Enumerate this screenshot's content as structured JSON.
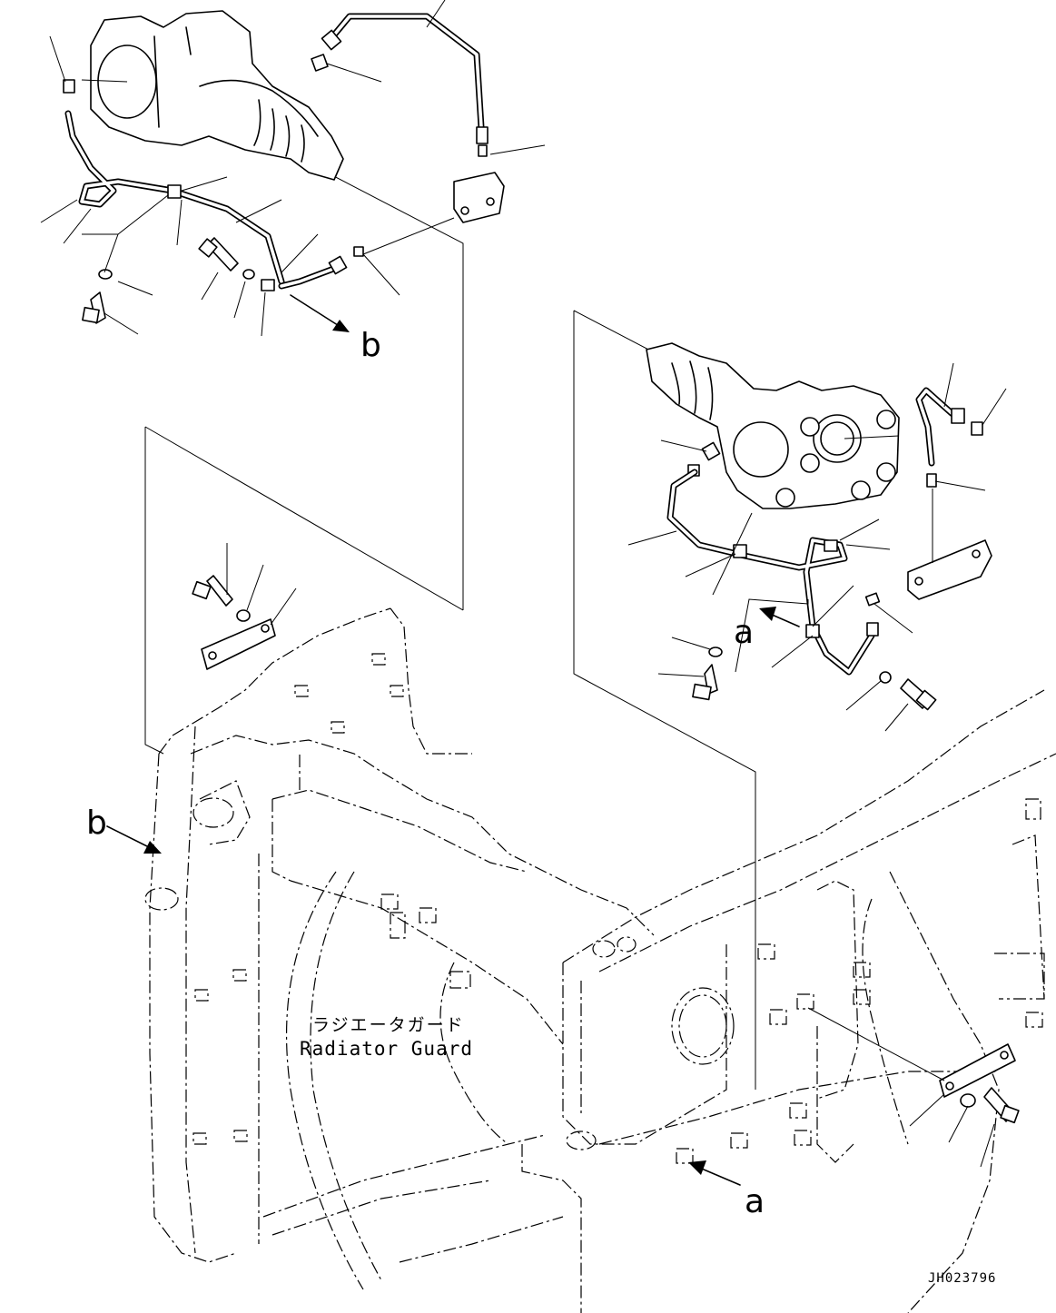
{
  "labels": {
    "view_a_top": "a",
    "view_a_bottom": "a",
    "view_b_top": "b",
    "view_b_left": "b",
    "guard_jp": "ラジエータガード",
    "guard_en": "Radiator Guard",
    "drawing_code": "JH023796"
  }
}
